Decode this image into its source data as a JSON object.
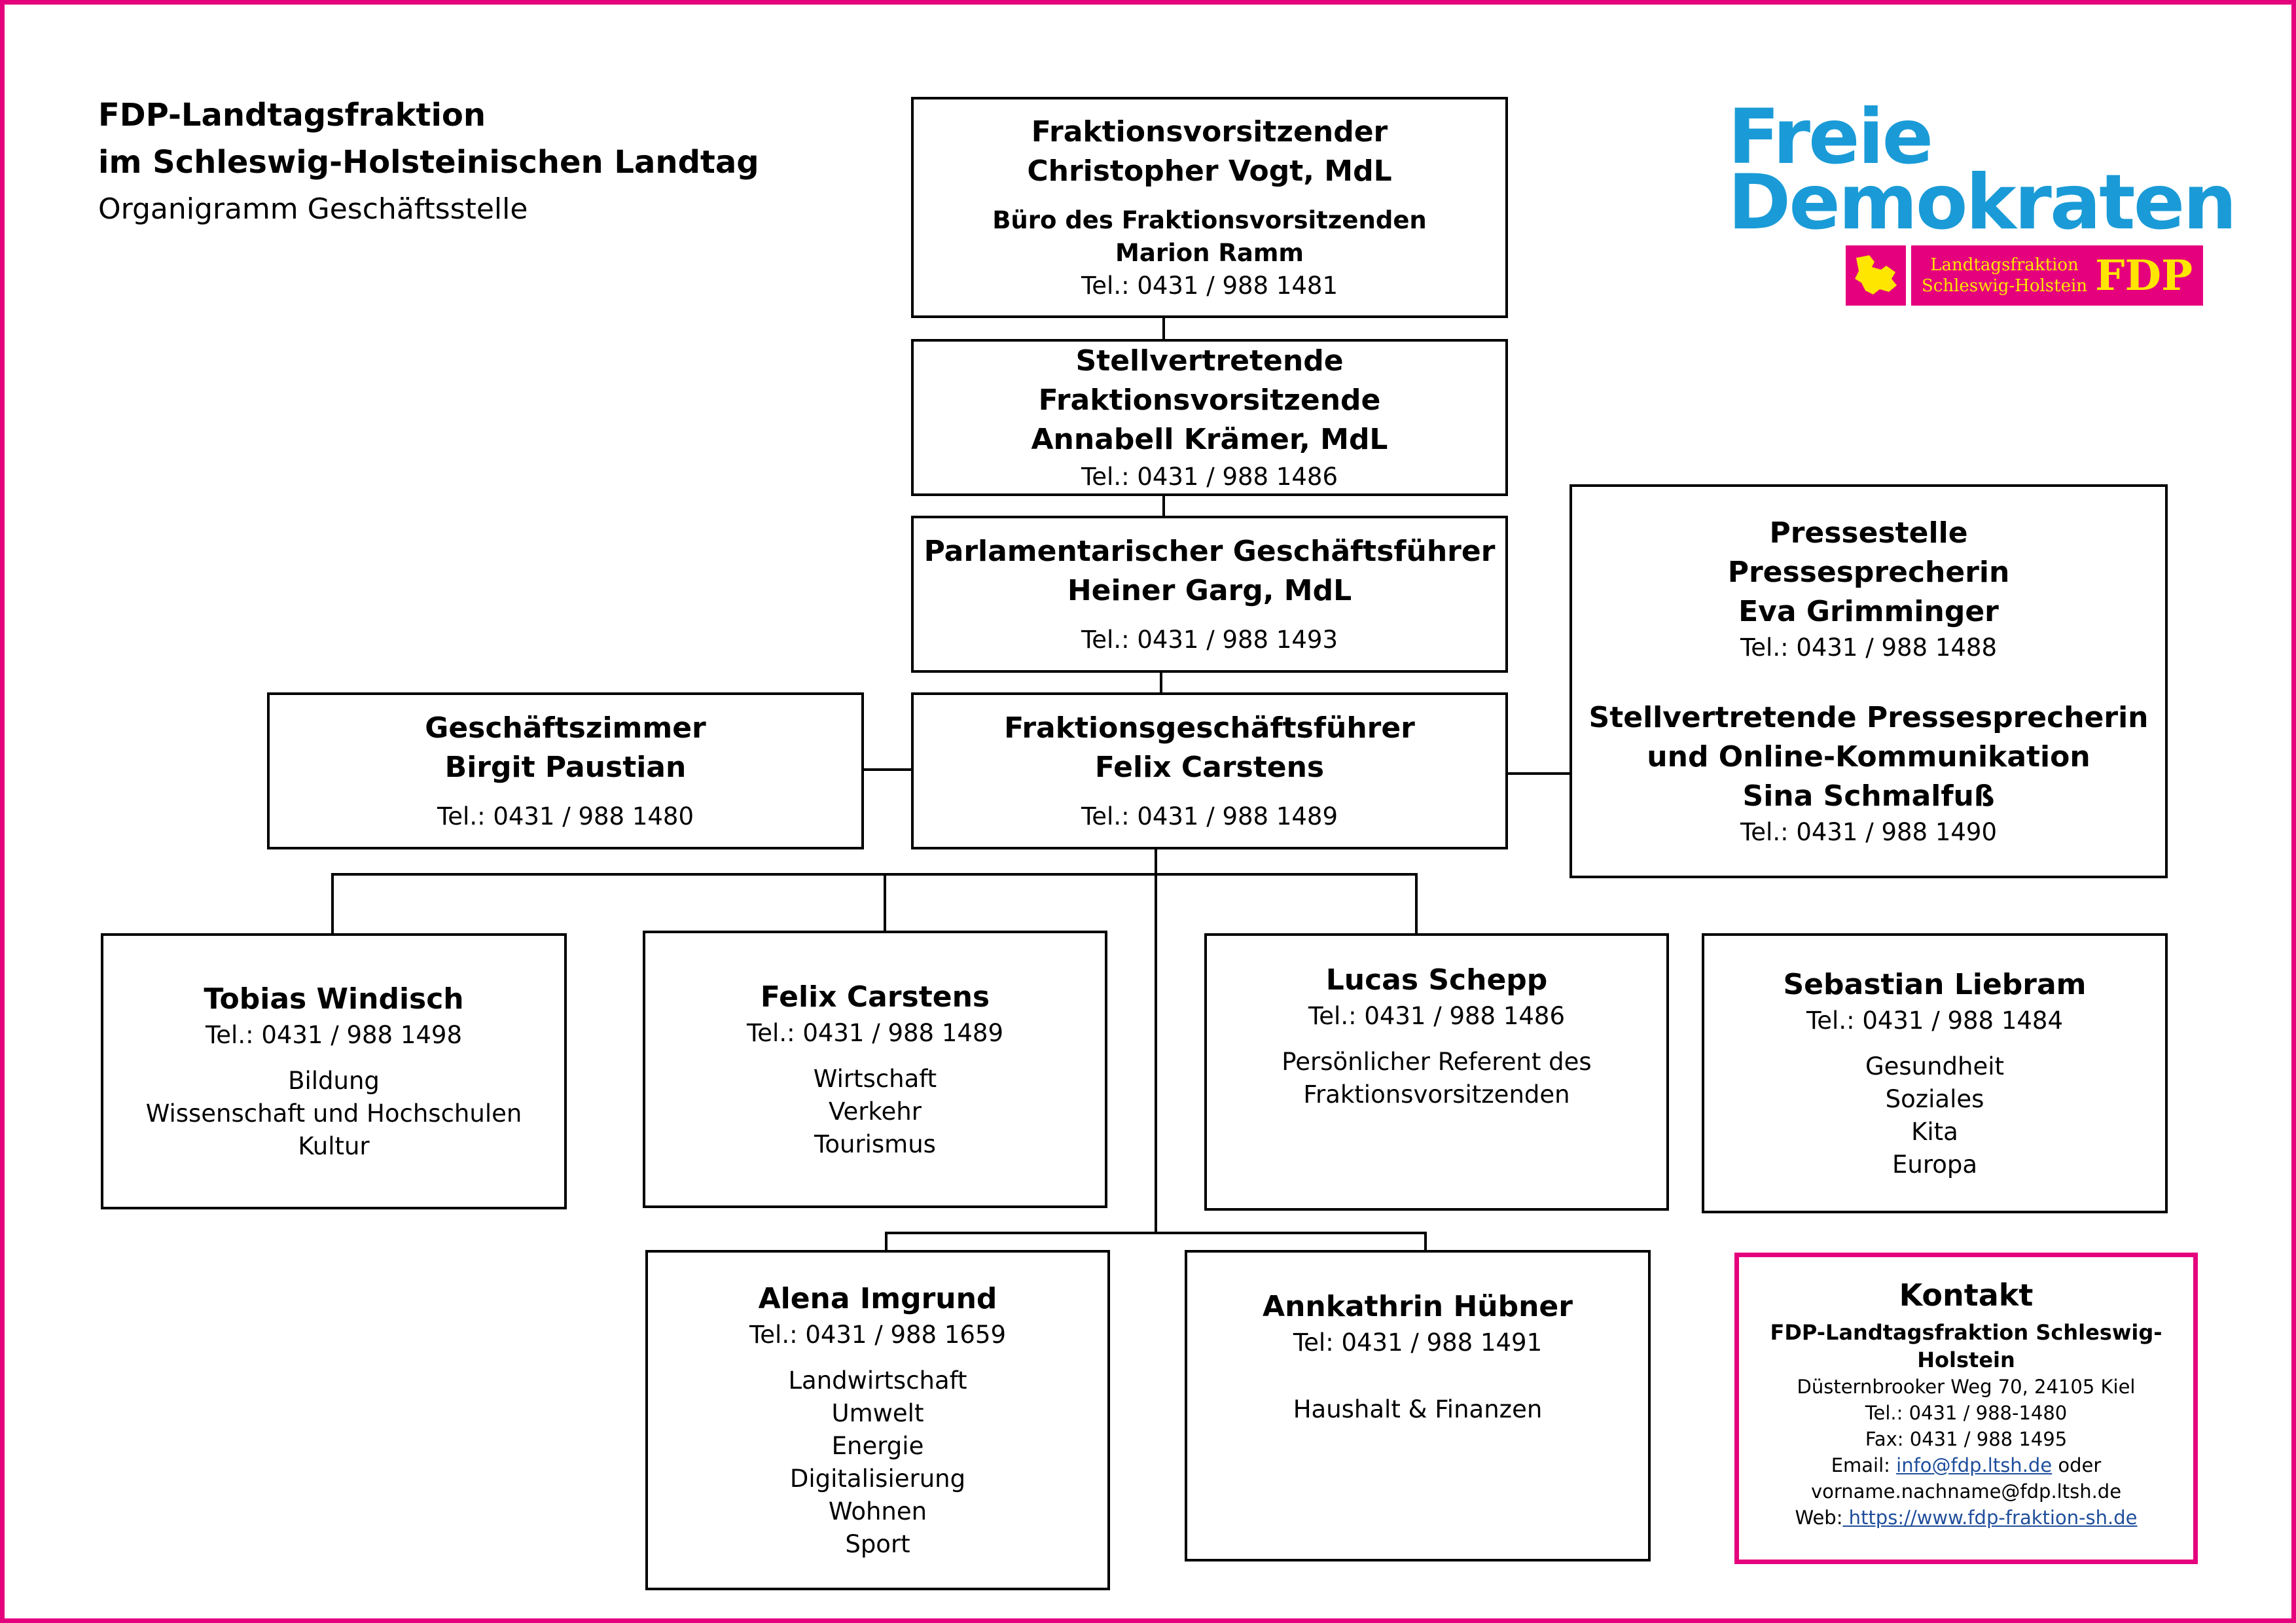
{
  "header": {
    "title_line1": "FDP-Landtagsfraktion",
    "title_line2": "im Schleswig-Holsteinischen Landtag",
    "subtitle": "Organigramm Geschäftsstelle"
  },
  "logo": {
    "line1": "Freie",
    "line2": "Demokraten",
    "small1": "Landtagsfraktion",
    "small2": "Schleswig-Holstein",
    "fdp": "FDP"
  },
  "boxes": {
    "chair": {
      "role": "Fraktionsvorsitzender",
      "name": "Christopher Vogt, MdL",
      "office": "Büro des Fraktionsvorsitzenden",
      "office_name": "Marion Ramm",
      "tel": "Tel.: 0431 / 988 1481"
    },
    "deputy": {
      "role": "Stellvertretende Fraktionsvorsitzende",
      "name": "Annabell Krämer, MdL",
      "tel": "Tel.: 0431 / 988 1486"
    },
    "pgf": {
      "role": "Parlamentarischer Geschäftsführer",
      "name": "Heiner Garg, MdL",
      "tel": "Tel.: 0431 / 988 1493"
    },
    "fgf": {
      "role": "Fraktionsgeschäftsführer",
      "name": "Felix Carstens",
      "tel": "Tel.: 0431 / 988 1489"
    },
    "office": {
      "role": "Geschäftszimmer",
      "name": "Birgit Paustian",
      "tel": "Tel.: 0431 / 988 1480"
    },
    "press": {
      "l1": "Pressestelle",
      "l2": "Pressesprecherin",
      "l3": "Eva Grimminger",
      "tel1": "Tel.: 0431 / 988 1488",
      "l4": "Stellvertretende Pressesprecherin",
      "l5": "und Online-Kommunikation",
      "l6": "Sina Schmalfuß",
      "tel2": "Tel.: 0431 / 988 1490"
    },
    "windisch": {
      "name": "Tobias Windisch",
      "tel": "Tel.: 0431 / 988 1498",
      "topics": [
        "Bildung",
        "Wissenschaft und Hochschulen",
        "Kultur"
      ]
    },
    "carstens": {
      "name": "Felix Carstens",
      "tel": "Tel.: 0431 / 988 1489",
      "topics": [
        "Wirtschaft",
        "Verkehr",
        "Tourismus"
      ]
    },
    "schepp": {
      "name": "Lucas Schepp",
      "tel": "Tel.: 0431 / 988 1486",
      "topics": [
        "Persönlicher Referent des",
        "Fraktionsvorsitzenden"
      ]
    },
    "liebram": {
      "name": "Sebastian Liebram",
      "tel": "Tel.: 0431 / 988 1484",
      "topics": [
        "Gesundheit",
        "Soziales",
        "Kita",
        "Europa"
      ]
    },
    "imgrund": {
      "name": "Alena Imgrund",
      "tel": "Tel.: 0431 / 988 1659",
      "topics": [
        "Landwirtschaft",
        "Umwelt",
        "Energie",
        "Digitalisierung",
        "Wohnen",
        "Sport"
      ]
    },
    "huebner": {
      "name": "Annkathrin Hübner",
      "tel": "Tel: 0431 / 988 1491",
      "topics": [
        "Haushalt & Finanzen"
      ]
    }
  },
  "contact": {
    "title": "Kontakt",
    "org": "FDP-Landtagsfraktion Schleswig-Holstein",
    "address": "Düsternbrooker Weg 70, 24105 Kiel",
    "tel": "Tel.: 0431 / 988-1480",
    "fax": "Fax: 0431 / 988 1495",
    "email_prefix": "Email: ",
    "email": "info@fdp.ltsh.de",
    "email_suffix": " oder",
    "email_alt": "vorname.nachname@fdp.ltsh.de",
    "web_prefix": "Web:",
    "web": " https://www.fdp-fraktion-sh.de"
  },
  "colors": {
    "accent": "#e5007d",
    "logo_blue": "#1a9bd7",
    "logo_yellow": "#ffe600",
    "link": "#1f4e9c"
  }
}
